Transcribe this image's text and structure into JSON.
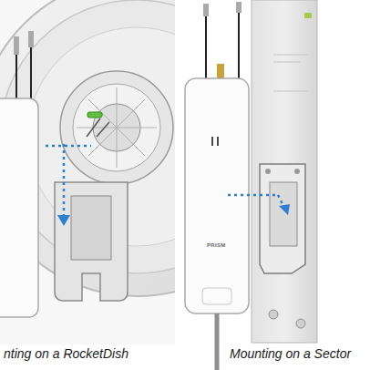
{
  "diagram": {
    "labels": [
      "nting on a RocketDish",
      "Mounting on a Sector",
      "PRISM"
    ]
  }
}
